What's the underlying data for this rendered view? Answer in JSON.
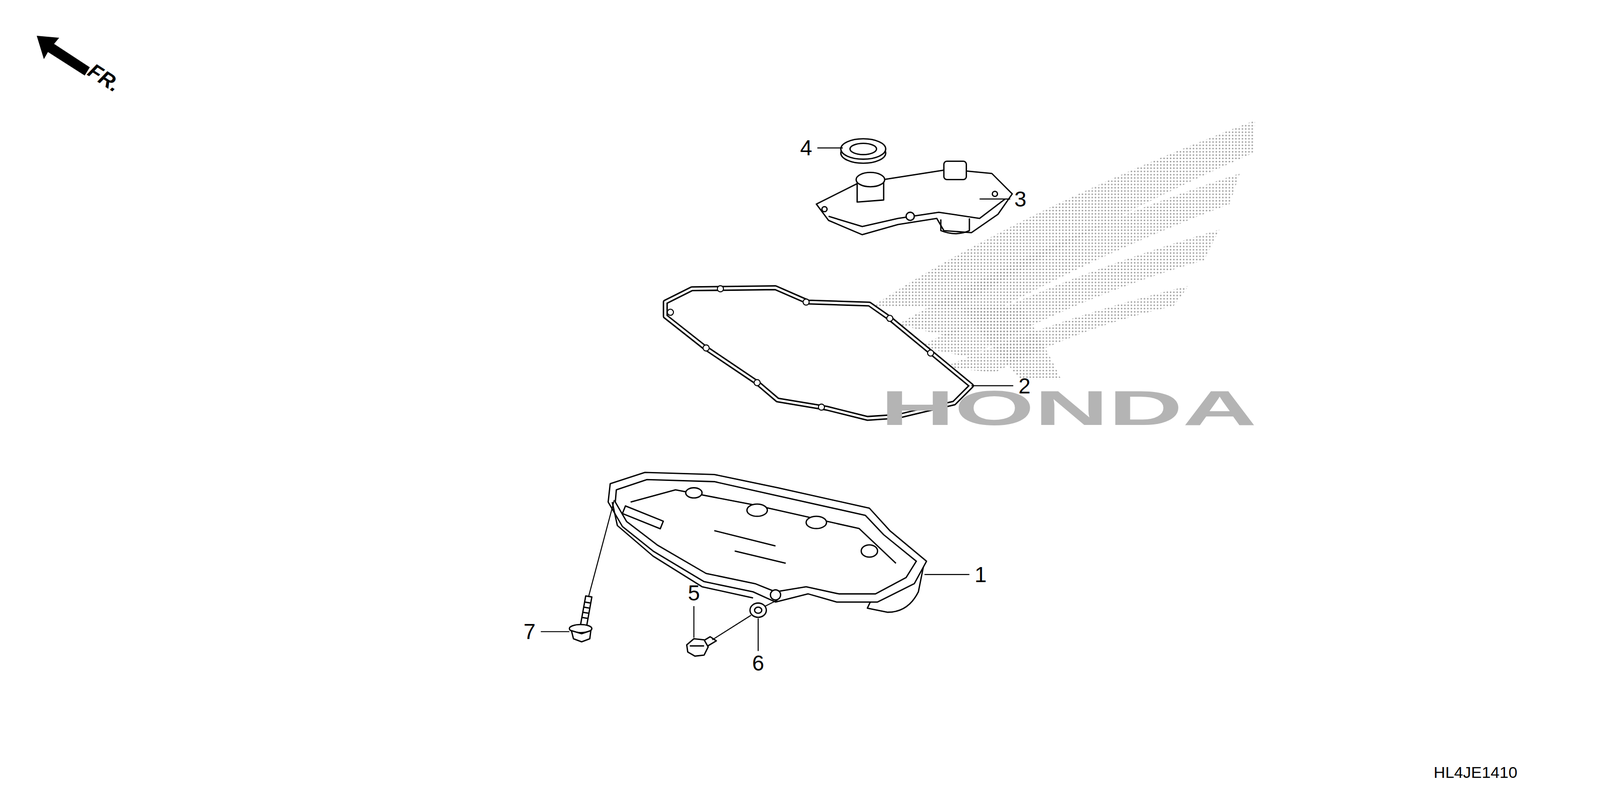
{
  "diagram": {
    "labels": [
      "FR.",
      "4",
      "3",
      "2",
      "1",
      "7",
      "5",
      "6",
      "HL4JE1410",
      "HONDA"
    ]
  }
}
